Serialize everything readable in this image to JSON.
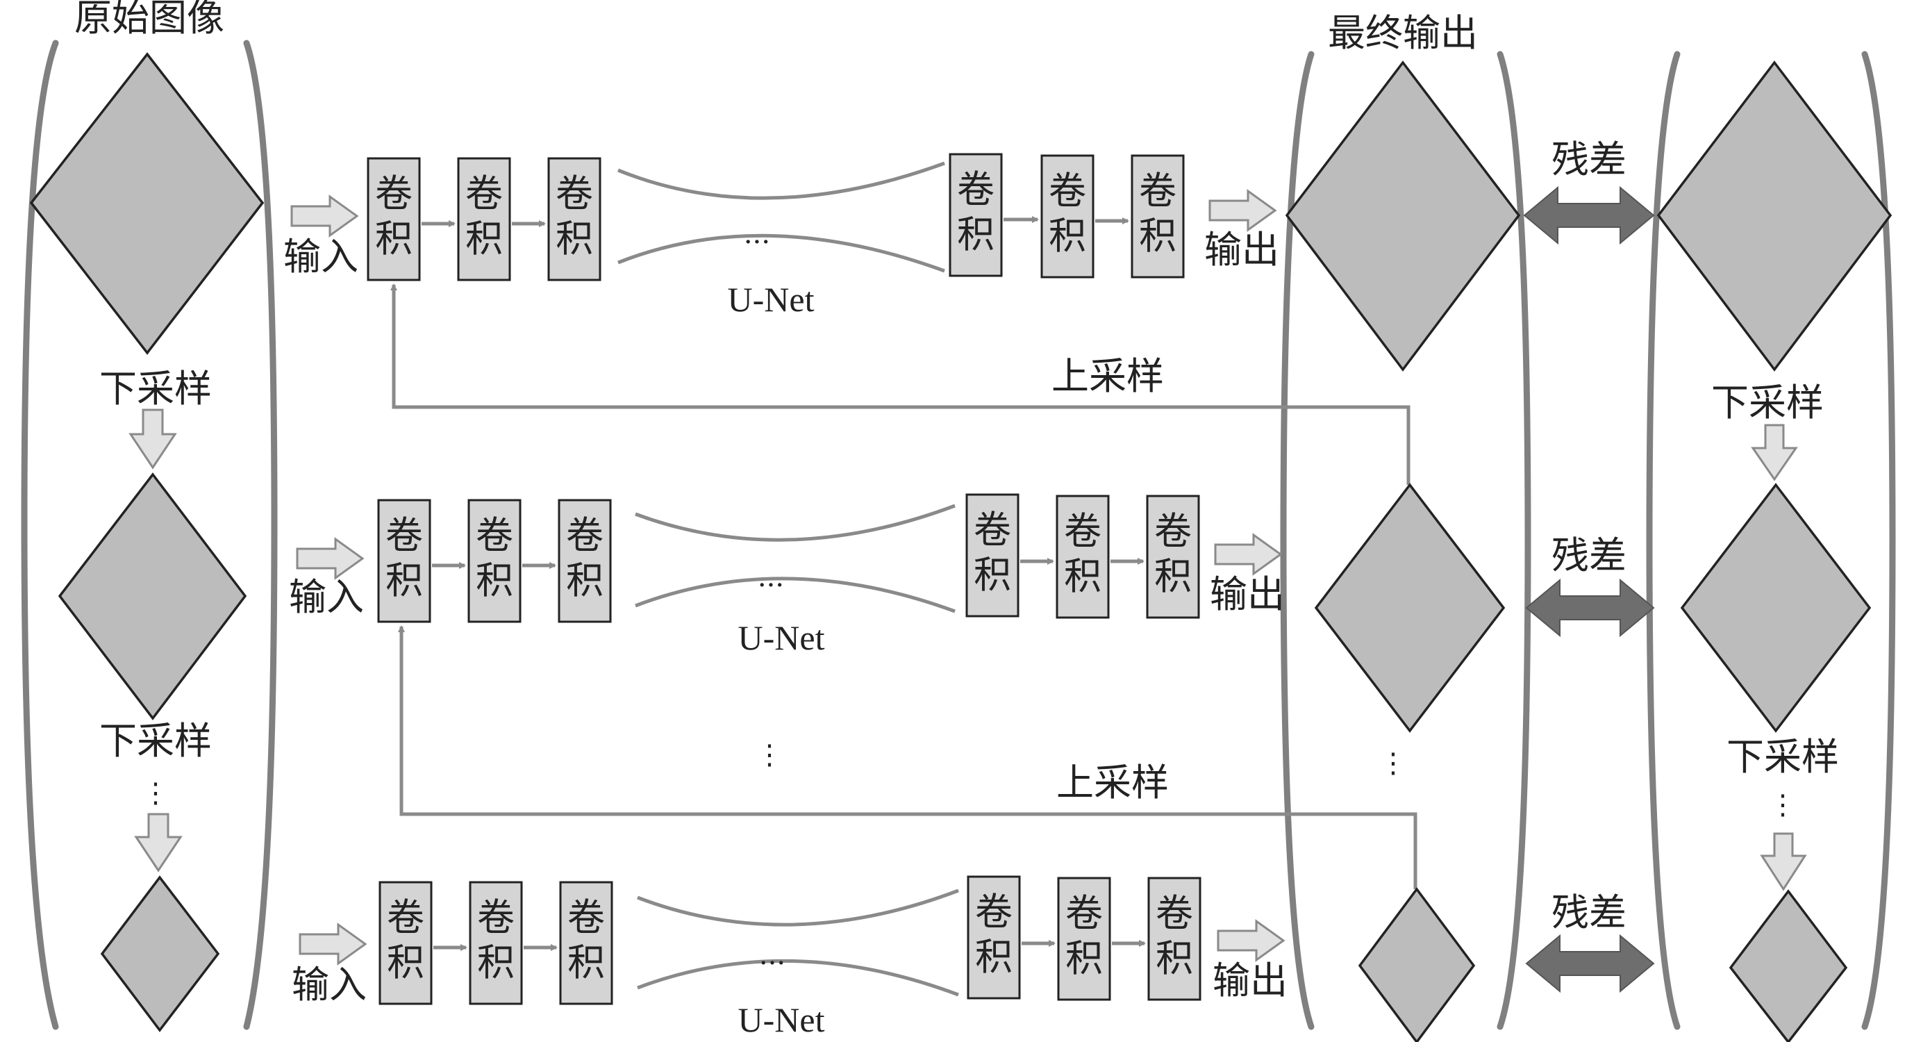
{
  "labels": {
    "original_image": "原始图像",
    "final_output": "最终输出",
    "downsample": "下采样",
    "upsample": "上采样",
    "input": "输入",
    "output": "输出",
    "conv_top": "卷",
    "conv_bottom": "积",
    "unet": "U-Net",
    "residual": "残差",
    "ellipsis": "···",
    "vertical_ellipsis": "⋮"
  },
  "colors": {
    "diamond_fill": "#bcbcbc",
    "conv_fill": "#d4d4d4",
    "bracket": "#808080",
    "arrow": "#8a8a8a",
    "residual_arrow": "#6e6e6e",
    "hollow_arrow_fill": "#e2e2e2"
  },
  "rows": [
    {
      "name": "row-scale-1",
      "convs": 6
    },
    {
      "name": "row-scale-2",
      "convs": 6
    },
    {
      "name": "row-scale-3",
      "convs": 6
    }
  ]
}
